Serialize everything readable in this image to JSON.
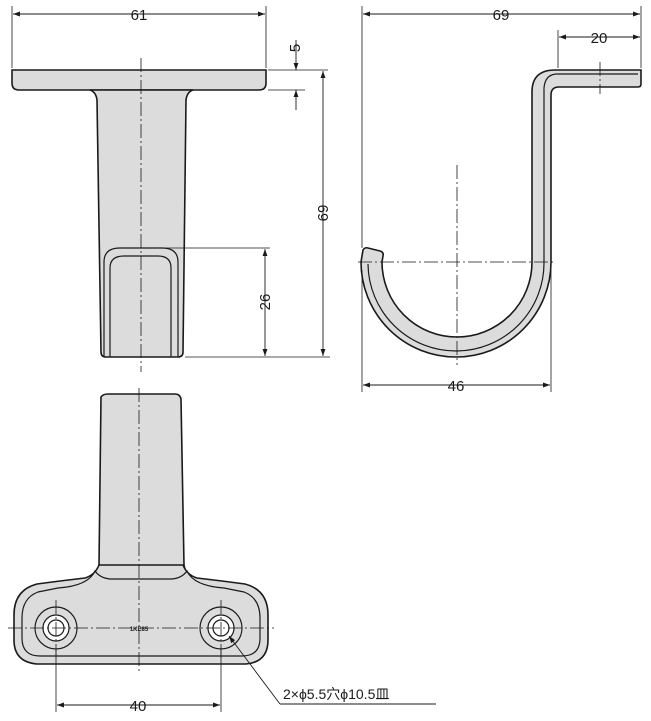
{
  "dimensions": {
    "front_width": "61",
    "flange_thickness": "5",
    "total_height": "69",
    "slot_height": "26",
    "side_width": "69",
    "flange_length": "20",
    "hook_width": "46",
    "hole_pitch": "40"
  },
  "hole_note": "2×ϕ5.5穴ϕ10.5皿",
  "base_marking": "1KE85"
}
